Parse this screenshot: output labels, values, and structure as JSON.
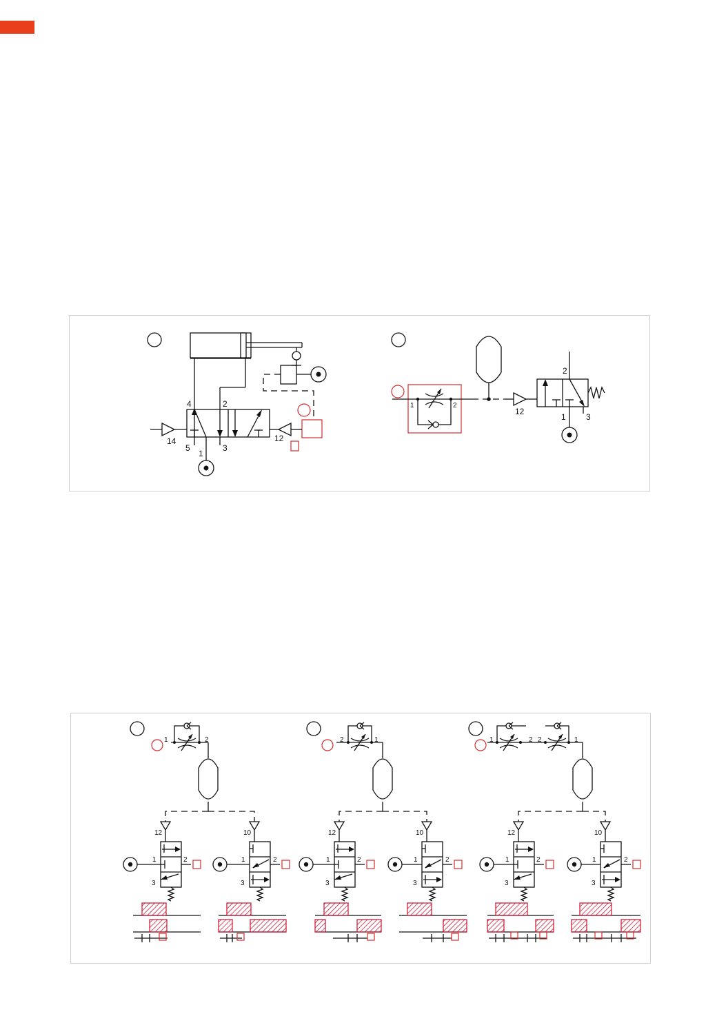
{
  "colors": {
    "accent": "#e8401c",
    "marker": "#d62b2b",
    "line": "#111111",
    "panel_border": "#cfcfcf"
  },
  "top_panel": {
    "left": {
      "port_4": "4",
      "port_2": "2",
      "port_14": "14",
      "port_5": "5",
      "port_1": "1",
      "port_3": "3",
      "port_12": "12"
    },
    "right": {
      "port_1": "1",
      "port_2": "2",
      "pilot_12": "12",
      "valve_port_2": "2",
      "valve_port_1": "1",
      "valve_port_3": "3"
    }
  },
  "bottom_panel": {
    "circuit_a": {
      "throttle_in": "1",
      "throttle_out": "2",
      "pilot_left": "12",
      "pilot_right": "10",
      "port_1": "1",
      "port_2": "2",
      "port_3": "3"
    },
    "circuit_b": {
      "throttle_in": "2",
      "throttle_out": "1",
      "pilot_left": "12",
      "pilot_right": "10",
      "port_1": "1",
      "port_2": "2",
      "port_3": "3"
    },
    "circuit_c": {
      "throttle1_in": "1",
      "throttle1_out": "2",
      "throttle2_in": "2",
      "throttle2_out": "1",
      "pilot_left": "12",
      "pilot_right": "10",
      "port_1": "1",
      "port_2": "2",
      "port_3": "3"
    }
  }
}
